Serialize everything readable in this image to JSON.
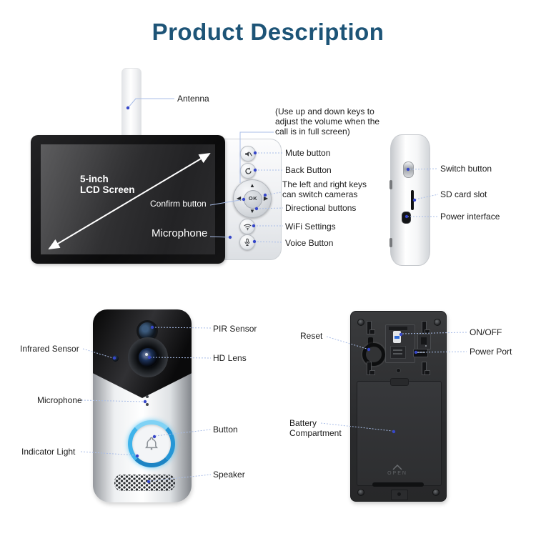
{
  "title": "Product Description",
  "colors": {
    "title": "#1d5477",
    "connector_line": "#a9bde7",
    "connector_dot": "#3647c9",
    "indicator_ring_blue": "#2fa9e8",
    "label_text": "#1c1c1c"
  },
  "monitor": {
    "antenna": "Antenna",
    "screen_size_line1": "5-inch",
    "screen_size_line2": "LCD Screen",
    "confirm": "Confirm button",
    "microphone": "Microphone",
    "volume_note": "(Use up and down keys to adjust the volume when the call is in full screen)",
    "mute": "Mute button",
    "back": "Back Button",
    "lr_note": "The left and right keys can switch cameras",
    "directional": "Directional buttons",
    "wifi": "WiFi Settings",
    "voice": "Voice Button",
    "dpad": {
      "up": "▲",
      "down": "▼",
      "left": "◀",
      "right": "▶",
      "ok": "OK"
    },
    "side": {
      "switch": "Switch button",
      "sd": "SD card slot",
      "power": "Power interface"
    }
  },
  "doorbell_front": {
    "pir": "PIR Sensor",
    "infrared": "Infrared Sensor",
    "hd_lens": "HD Lens",
    "microphone": "Microphone",
    "button": "Button",
    "indicator": "Indicator Light",
    "speaker": "Speaker"
  },
  "doorbell_back": {
    "reset": "Reset",
    "onoff": "ON/OFF",
    "power_port": "Power Port",
    "battery": "Battery Compartment",
    "open": "OPEN"
  },
  "icons": {
    "mute": "muted-speaker",
    "back": "circular-back-arrow",
    "wifi": "wifi-arcs",
    "voice": "microphone",
    "bell": "doorbell-bell",
    "open_chevron": "up-chevron"
  }
}
